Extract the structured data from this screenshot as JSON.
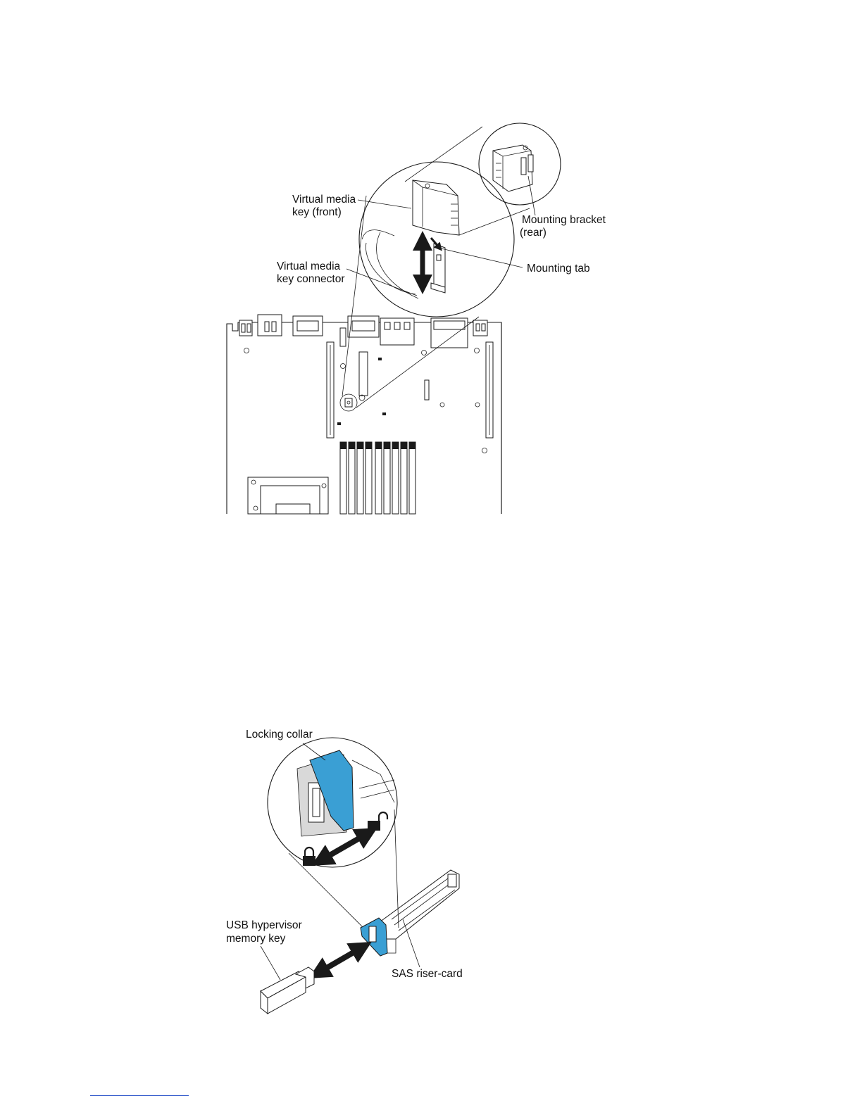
{
  "figure1": {
    "labels": {
      "vm_key_front_1": "Virtual media",
      "vm_key_front_2": "key (front)",
      "vm_key_connector_1": "Virtual media",
      "vm_key_connector_2": "key connector",
      "mounting_bracket_1": "Mounting bracket",
      "mounting_bracket_2": "(rear)",
      "mounting_tab": "Mounting tab"
    }
  },
  "figure2": {
    "labels": {
      "locking_collar": "Locking collar",
      "usb_key_1": "USB hypervisor",
      "usb_key_2": "memory key",
      "sas_riser": "SAS riser-card"
    }
  },
  "colors": {
    "collar_blue": "#3a9fd4",
    "footer_link": "#2a52c9"
  },
  "icons": [
    "lock-icon",
    "unlock-icon",
    "double-arrow-icon"
  ]
}
